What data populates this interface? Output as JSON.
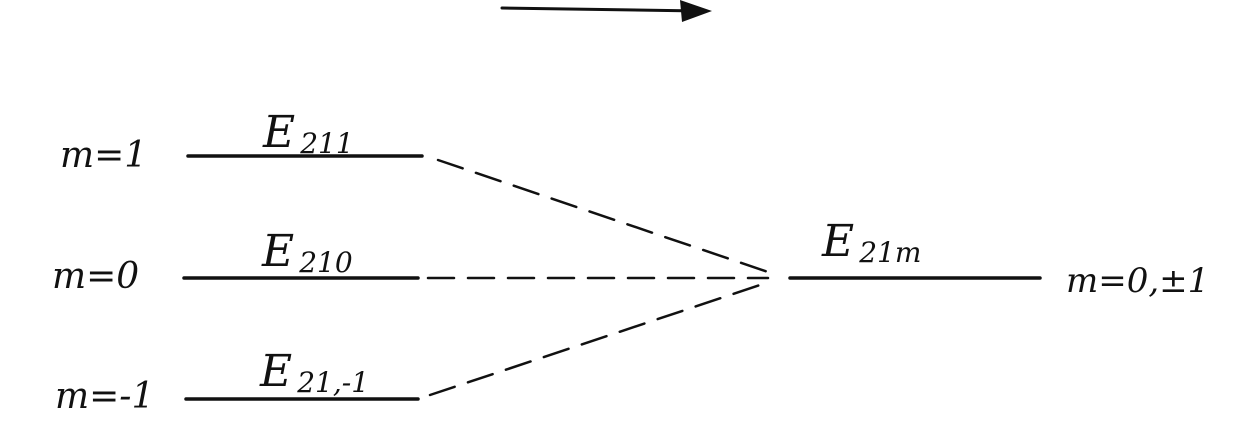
{
  "diagram": {
    "levels_left": [
      {
        "m_label": "m=1",
        "E_label": "E",
        "E_sub": "211"
      },
      {
        "m_label": "m=0",
        "E_label": "E",
        "E_sub": "210"
      },
      {
        "m_label": "m=-1",
        "E_label": "E",
        "E_sub": "21,-1"
      }
    ],
    "level_right": {
      "E_label": "E",
      "E_sub": "21m",
      "m_label": "m=0,±1"
    }
  },
  "colors": {
    "ink": "#111111",
    "background": "#ffffff"
  }
}
